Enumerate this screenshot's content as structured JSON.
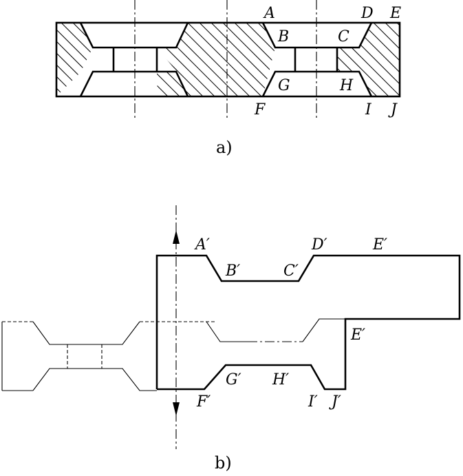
{
  "figure_a": {
    "caption": "a)",
    "labels": {
      "A": "A",
      "B": "B",
      "C": "C",
      "D": "D",
      "E": "E",
      "F": "F",
      "G": "G",
      "H": "H",
      "I": "I",
      "J": "J"
    }
  },
  "figure_b": {
    "caption": "b)",
    "labels": {
      "A": "A′",
      "B": "B′",
      "C": "C′",
      "D": "D′",
      "E_top": "E′",
      "E_side": "E′",
      "F": "F′",
      "G": "G′",
      "H": "H′",
      "I": "I′",
      "J": "J′"
    }
  }
}
